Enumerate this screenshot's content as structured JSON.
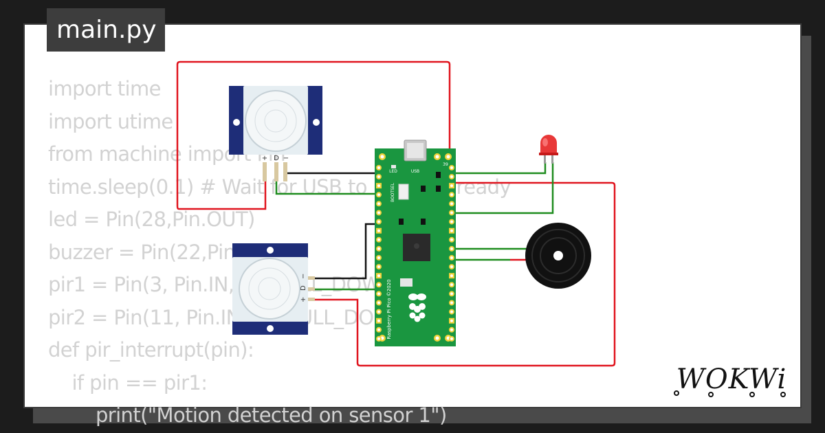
{
  "file_tab": {
    "label": "main.py"
  },
  "code_lines": [
    "import time",
    "import utime",
    "from machine import Pin",
    "time.sleep(0.1) # Wait for USB to become ready",
    "led = Pin(28,Pin.OUT)",
    "buzzer = Pin(22,Pin.OUT)",
    "pir1 = Pin(3, Pin.IN, Pin.PULL_DOWN)",
    "pir2 = Pin(11, Pin.IN, Pin.PULL_DOWN)",
    "def pir_interrupt(pin):",
    "    if pin == pir1:",
    "        print(\"Motion detected on sensor 1\")"
  ],
  "board": {
    "led_label": "LED",
    "usb_label": "USB",
    "bootsel_label": "BOOTSEL",
    "silkscreen": "Raspberry Pi Pico ©2020",
    "pin_label_39": "39"
  },
  "pir_sensor_1": {
    "pin_plus": "+",
    "pin_d": "D",
    "pin_minus": "−"
  },
  "pir_sensor_2": {
    "pin_plus": "+",
    "pin_d": "D",
    "pin_minus": "−"
  },
  "logo": {
    "text": "WOKWi"
  },
  "colors": {
    "wire_red": "#e0141e",
    "wire_green": "#1e8c1e",
    "wire_black": "#111111",
    "pcb_green": "#1a9640",
    "pir_blue": "#1e2d78"
  }
}
